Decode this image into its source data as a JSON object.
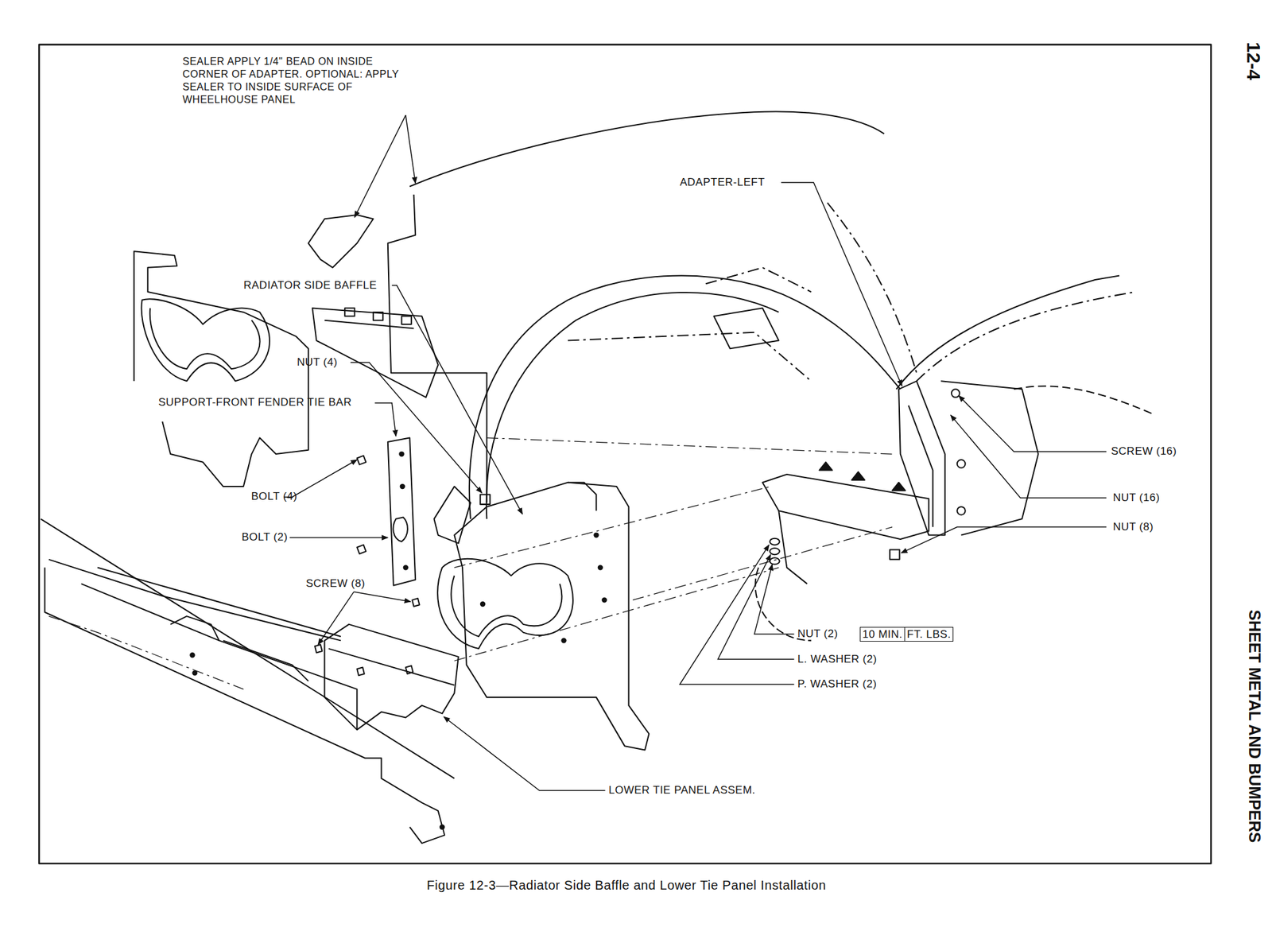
{
  "diagram": {
    "caption": "Figure 12-3—Radiator Side Baffle and Lower Tie Panel Installation",
    "labels": [
      "SEALER APPLY 1/4\" BEAD ON INSIDE CORNER OF ADAPTER. OPTIONAL: APPLY SEALER TO INSIDE SURFACE OF WHEELHOUSE PANEL",
      "ADAPTER-LEFT",
      "RADIATOR SIDE BAFFLE",
      "NUT (4)",
      "SUPPORT-FRONT FENDER TIE BAR",
      "BOLT (4)",
      "BOLT (2)",
      "SCREW (8)",
      "SCREW (16)",
      "NUT (16)",
      "NUT (8)",
      "NUT (2)",
      "10 MIN.",
      "FT. LBS.",
      "L. WASHER (2)",
      "P. WASHER (2)",
      "LOWER TIE PANEL ASSEM.",
      "12-4",
      "SHEET METAL AND BUMPERS"
    ]
  }
}
